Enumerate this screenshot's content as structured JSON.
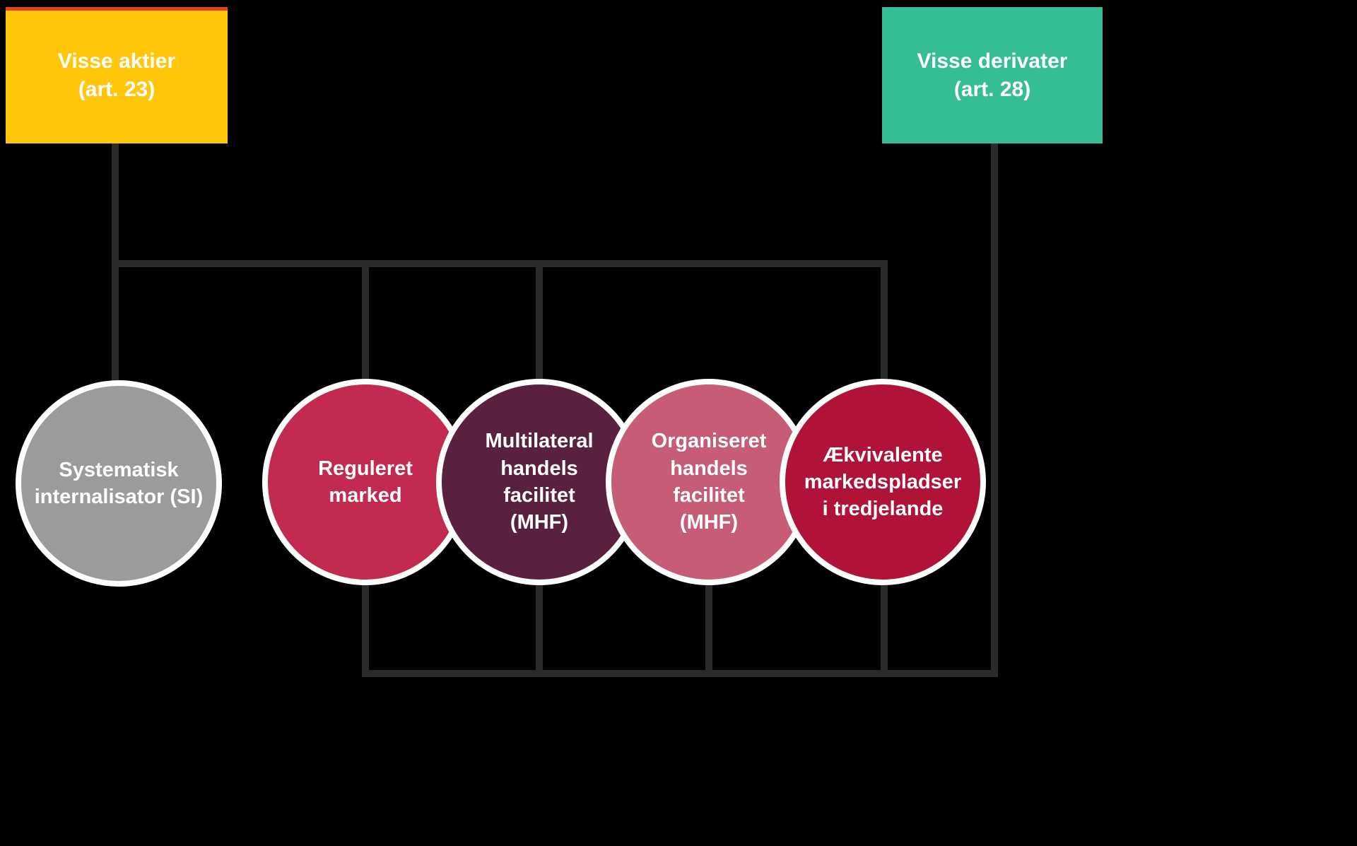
{
  "diagram": {
    "background": "#000000",
    "connector_color": "#2b2b2b",
    "text_color": "#ffffff",
    "boxes": [
      {
        "id": "visse-aktier",
        "label": "Visse aktier\n(art. 23)",
        "color": "#ffc60a",
        "accent_top": "#e8412c"
      },
      {
        "id": "visse-derivater",
        "label": "Visse derivater\n(art. 28)",
        "color": "#35bd96"
      }
    ],
    "circles": [
      {
        "id": "systematisk-internalisator",
        "label": "Systematisk\ninternalisator (SI)",
        "color": "#9c9b9b"
      },
      {
        "id": "reguleret-marked",
        "label": "Reguleret\nmarked",
        "color": "#c22a4f"
      },
      {
        "id": "multilateral-handelsfacilitet",
        "label": "Multilateral\nhandels\nfacilitet\n(MHF)",
        "color": "#5a2040"
      },
      {
        "id": "organiseret-handelsfacilitet",
        "label": "Organiseret\nhandels\nfacilitet\n(MHF)",
        "color": "#c75c77"
      },
      {
        "id": "aekvivalente-markedspladser",
        "label": "Ækvivalente\nmarkedspladser\ni tredjelande",
        "color": "#b01238"
      }
    ]
  }
}
